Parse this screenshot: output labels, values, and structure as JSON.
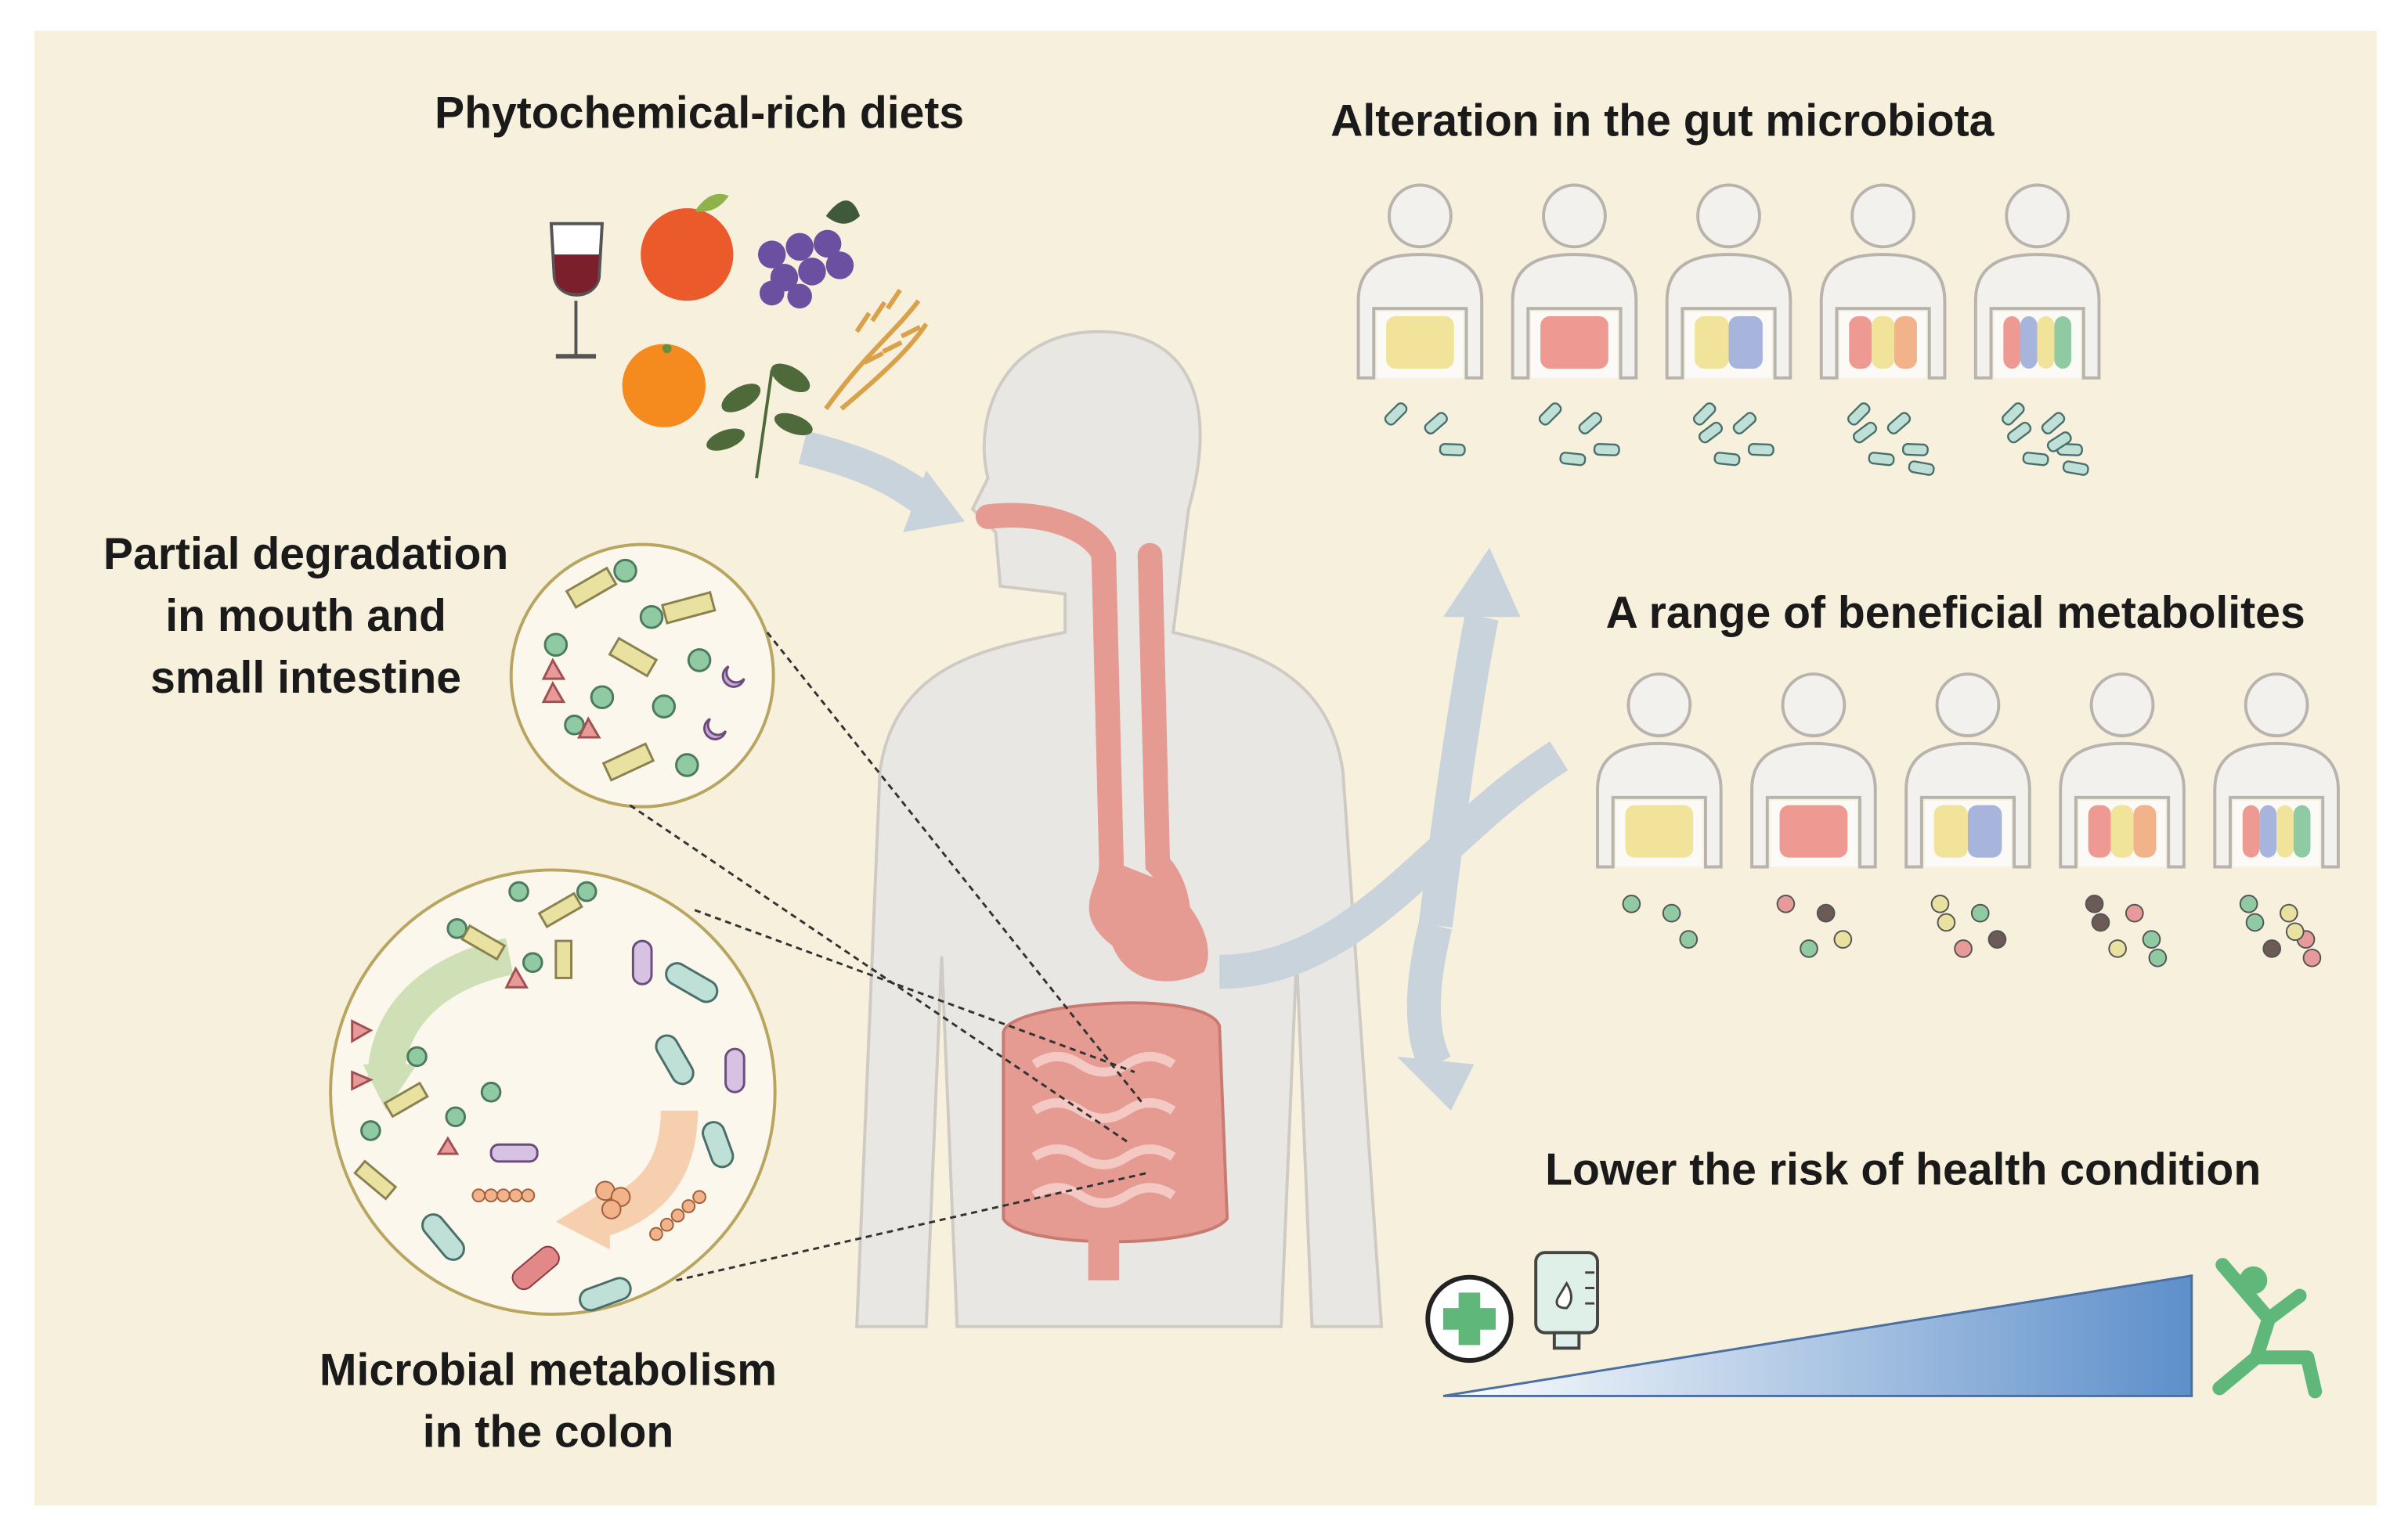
{
  "titles": {
    "diets": "Phytochemical-rich diets",
    "alteration": "Alteration in the gut microbiota",
    "partial": [
      "Partial degradation",
      "in mouth and",
      "small intestine"
    ],
    "metabolites": "A range of beneficial metabolites",
    "risk": "Lower the risk of health condition",
    "microbial": [
      "Microbial metabolism",
      "in the colon"
    ]
  },
  "colors": {
    "panel": "#f7f0dd",
    "body": "#e9e7e3",
    "gut": "#e59b92",
    "arrow": "#c9d3dc",
    "gradient_end": "#5d8fca",
    "green": "#7fbf9a"
  },
  "icons": [
    "wine-glass-icon",
    "apple-icon",
    "grape-icon",
    "orange-icon",
    "tea-leaf-icon",
    "wheat-icon",
    "medical-cross-icon",
    "iv-bag-icon",
    "exercise-person-icon"
  ]
}
